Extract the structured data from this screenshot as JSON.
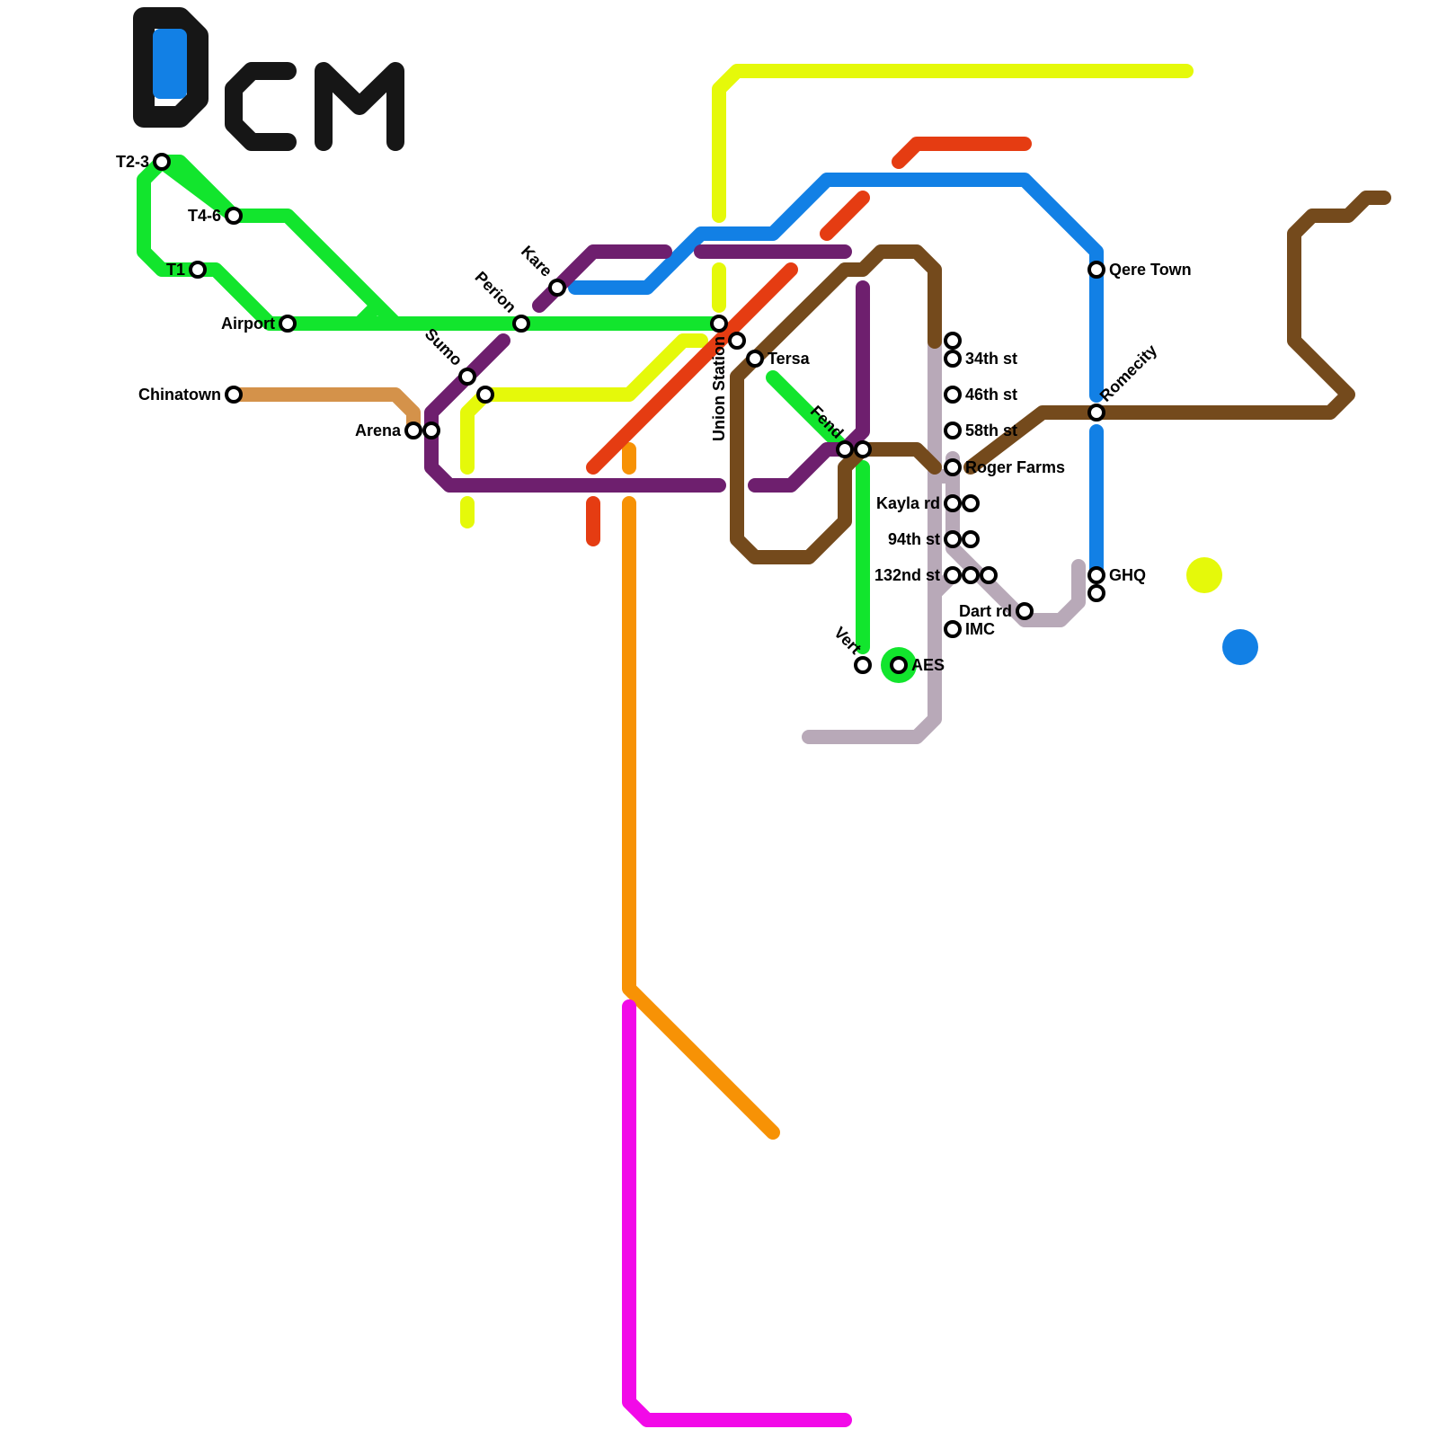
{
  "colors": {
    "green": "#12e52d",
    "yellow": "#e5f90a",
    "blue": "#1280e5",
    "red": "#e53c12",
    "purple": "#6e1f6e",
    "brown": "#744a1c",
    "tan": "#d4924a",
    "orange": "#f79205",
    "magenta": "#f20ae8",
    "lilac": "#b8a9b8",
    "logo_black": "#161616",
    "station_stroke": "#000000"
  },
  "stations": {
    "t2_3": "T2-3",
    "t4_6": "T4-6",
    "t1": "T1",
    "airport": "Airport",
    "chinatown": "Chinatown",
    "arena": "Arena",
    "sumo": "Sumo",
    "perion": "Perion",
    "kare": "Kare",
    "union_station": "Union Station",
    "tersa": "Tersa",
    "fend": "Fend",
    "vert": "Vert",
    "aes": "AES",
    "st_34th": "34th st",
    "st_46th": "46th st",
    "st_58th": "58th st",
    "roger_farms": "Roger Farms",
    "kayla_rd": "Kayla rd",
    "st_94th": "94th st",
    "st_132nd": "132nd st",
    "dart_rd": "Dart rd",
    "imc": "IMC",
    "qere_town": "Qere Town",
    "romecity": "Romecity",
    "ghq": "GHQ"
  }
}
